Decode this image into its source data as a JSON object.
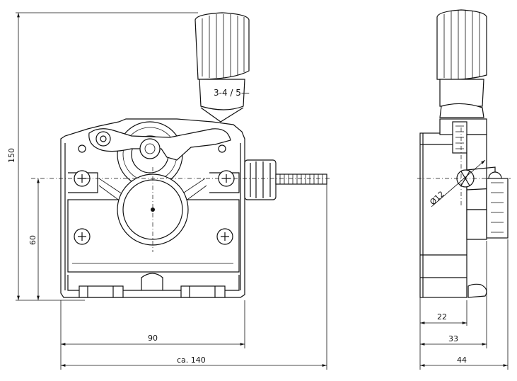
{
  "front": {
    "fraction": "3-4 / 5—"
  },
  "side": {
    "diameter": "Ø12"
  },
  "dims": {
    "height_total": "150",
    "axis_height": "60",
    "width_body": "90",
    "width_total": "ca. 140",
    "side_22": "22",
    "side_33": "33",
    "side_44": "44"
  }
}
